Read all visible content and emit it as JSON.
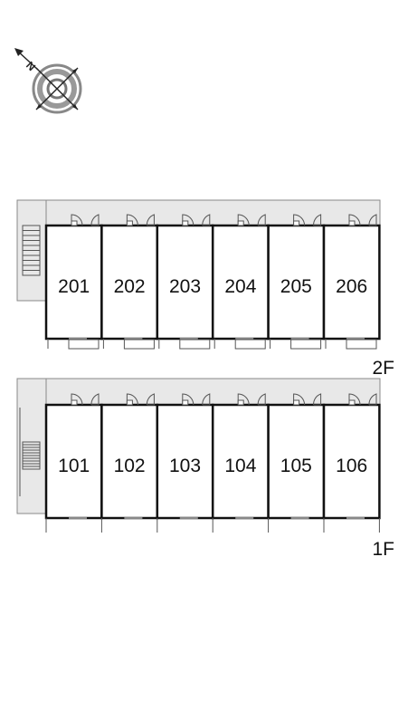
{
  "floors": [
    {
      "label": "2F",
      "units": [
        "201",
        "202",
        "203",
        "204",
        "205",
        "206"
      ]
    },
    {
      "label": "1F",
      "units": [
        "101",
        "102",
        "103",
        "104",
        "105",
        "106"
      ]
    }
  ],
  "compass": {
    "north_label": "N",
    "icon": "compass-rose-icon"
  },
  "colors": {
    "corridor": "#e8e8e8",
    "wall": "#111111",
    "line": "#555555",
    "background": "#ffffff"
  }
}
